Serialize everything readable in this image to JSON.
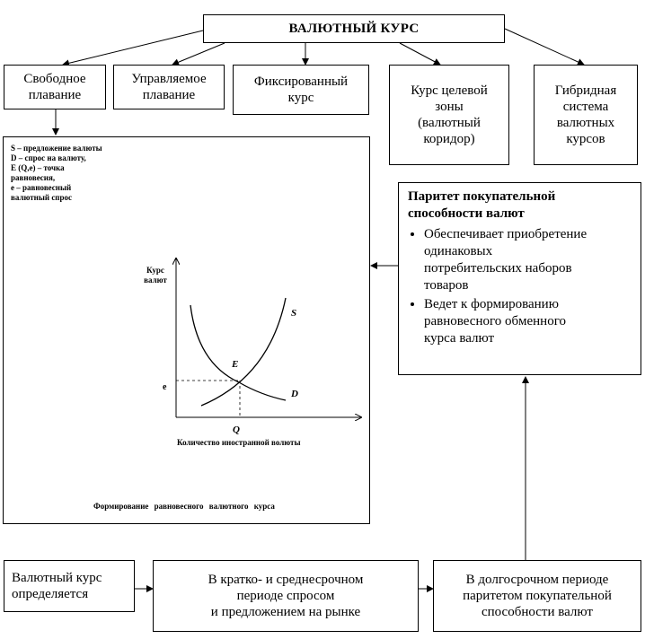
{
  "title": "ВАЛЮТНЫЙ КУРС",
  "regimes": [
    {
      "lines": [
        "Свободное",
        "плавание"
      ]
    },
    {
      "lines": [
        "Управляемое",
        "плавание"
      ]
    },
    {
      "lines": [
        "Фиксированный",
        "курс"
      ]
    },
    {
      "lines": [
        "Курс целевой",
        "зоны",
        "(валютный",
        "коридор)"
      ]
    },
    {
      "lines": [
        "Гибридная",
        "система",
        "валютных",
        "курсов"
      ]
    }
  ],
  "legend": [
    "S – предложение валюты",
    "D – спрос на валюту,",
    "E (Q,e) – точка",
    "равновесия,",
    "e – равновесный",
    "валютный спрос"
  ],
  "graph": {
    "y_label_lines": [
      "Курс",
      "валют"
    ],
    "x_label": "Количество иностранной волюты",
    "curve_s": "S",
    "curve_d": "D",
    "point_e": "E",
    "tick_e": "e",
    "tick_q": "Q"
  },
  "graph_caption": "Формирование равновесного валютного курса",
  "parity": {
    "heading_lines": [
      "Паритет покупательной",
      "способности валют"
    ],
    "bullets": [
      [
        "Обеспечивает приобретение",
        "одинаковых",
        "потребительских наборов",
        "товаров"
      ],
      [
        "Ведет к формированию",
        "равновесного обменного",
        "курса валют"
      ]
    ]
  },
  "flow": [
    {
      "lines": [
        "Валютный курс",
        "определяется"
      ]
    },
    {
      "lines": [
        "В кратко- и среднесрочном",
        "периоде спросом",
        "и предложением на рынке"
      ]
    },
    {
      "lines": [
        "В долгосрочном периоде",
        "паритетом покупательной",
        "способности валют"
      ]
    }
  ]
}
